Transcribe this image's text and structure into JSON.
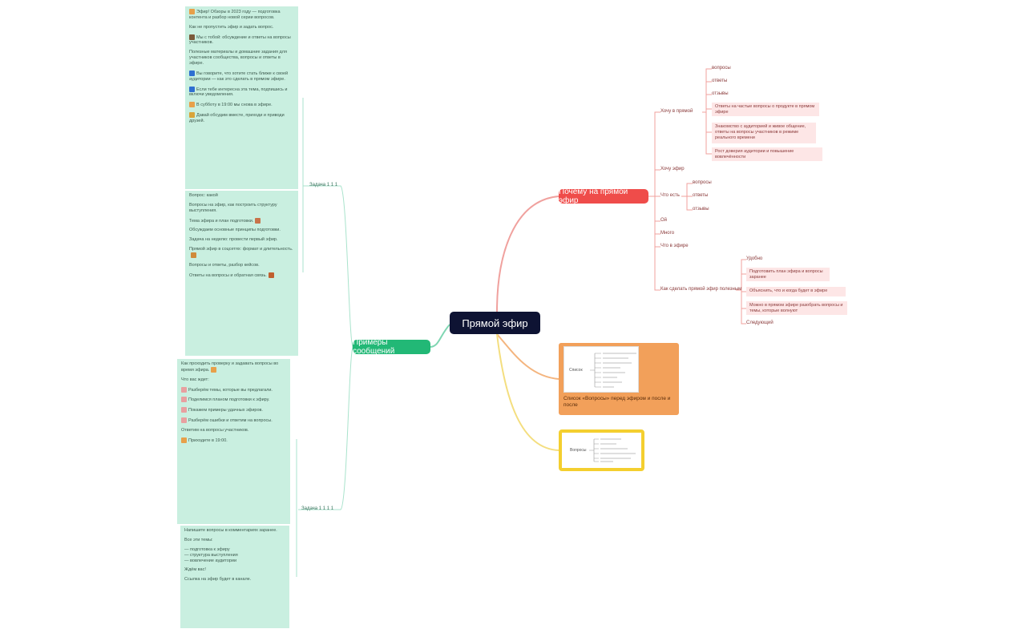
{
  "central": {
    "label": "Прямой эфир"
  },
  "branches": {
    "green": {
      "label": "Примеры сообщений",
      "sub1": "Задача 1 1 1",
      "sub2": "Задача 1 1 1 1",
      "card1": [
        "Эфир! Обзоры в 2023 году — подготовка контента и разбор новой серии вопросов.",
        "Как не пропустить эфир и задать вопрос.",
        "Мы с тобой: обсуждение и ответы на вопросы участников.",
        "Полезные материалы и домашние задания для участников сообщества, вопросы и ответы в эфире.",
        "Вы говорите, что хотите стать ближе к своей аудитории — как это сделать в прямом эфире.",
        "Если тебе интересна эта тема, подпишись и включи уведомления.",
        "В субботу в 19:00 мы снова в эфире.",
        "Давай обсудим вместе, приходи и приводи друзей."
      ],
      "card2": [
        "Вопрос: какой",
        "Вопросы на эфир, как построить структуру выступления.",
        "Тема эфира и план подготовки.",
        "Обсуждаем основные принципы подготовки.",
        "Задача на неделю: провести первый эфир.",
        "Прямой эфир в соцсетях: формат и длительность.",
        "Вопросы и ответы, разбор кейсов.",
        "Ответы на вопросы и обратная связь."
      ],
      "card3": [
        "Как проходить проверку и задавать вопросы во время эфира.",
        "Что вас ждет:",
        "Разберём темы, которые вы предлагали.",
        "Поделимся планом подготовки к эфиру.",
        "Покажем примеры удачных эфиров.",
        "Разберём ошибки и ответим на вопросы.",
        "Ответим на вопросы участников.",
        "Приходите в 19:00."
      ],
      "card4": [
        "Напишите вопросы в комментариях заранее.",
        "Все эти темы:",
        "— подготовка к эфиру",
        "— структура выступления",
        "— вовлечение аудитории",
        "Ждём вас!",
        "Ссылка на эфир будет в канале."
      ]
    },
    "red": {
      "label": "Почему на прямой эфир",
      "sub_a": "Хочу в прямой",
      "a_items": [
        "вопросы",
        "ответы",
        "отзывы"
      ],
      "a_boxes": [
        "Ответы на частые вопросы о продукте в прямом эфире",
        "Знакомство с аудиторией и живое общение, ответы на вопросы участников в режиме реального времени",
        "Рост доверия аудитории и повышение вовлечённости"
      ],
      "sub_b": "Хочу эфир",
      "sub_c": "Что есть",
      "c_items": [
        "вопросы",
        "ответы",
        "отзывы"
      ],
      "sub_d": "Ой",
      "sub_e": "Много",
      "sub_f": "Что в эфире",
      "sub_g": "Как сделать прямой эфир полезным",
      "g_items": [
        "Удобно",
        "Подготовить план эфира и вопросы заранее",
        "Объяснить, что и когда будет в эфире",
        "Можно в прямом эфире разобрать вопросы и темы, которые волнуют",
        "Следующий"
      ]
    },
    "orange": {
      "caption": "Список «Вопросы» перед эфиром и после и после",
      "thumb_label": "Список"
    },
    "yellow": {
      "thumb_label": "Вопросы"
    }
  },
  "colors": {
    "central": "#0e1333",
    "green": "#22b876",
    "red": "#ef4c4a",
    "orange": "#f2a05a",
    "yellow": "#f4cf2f",
    "card": "#c9efe0"
  }
}
